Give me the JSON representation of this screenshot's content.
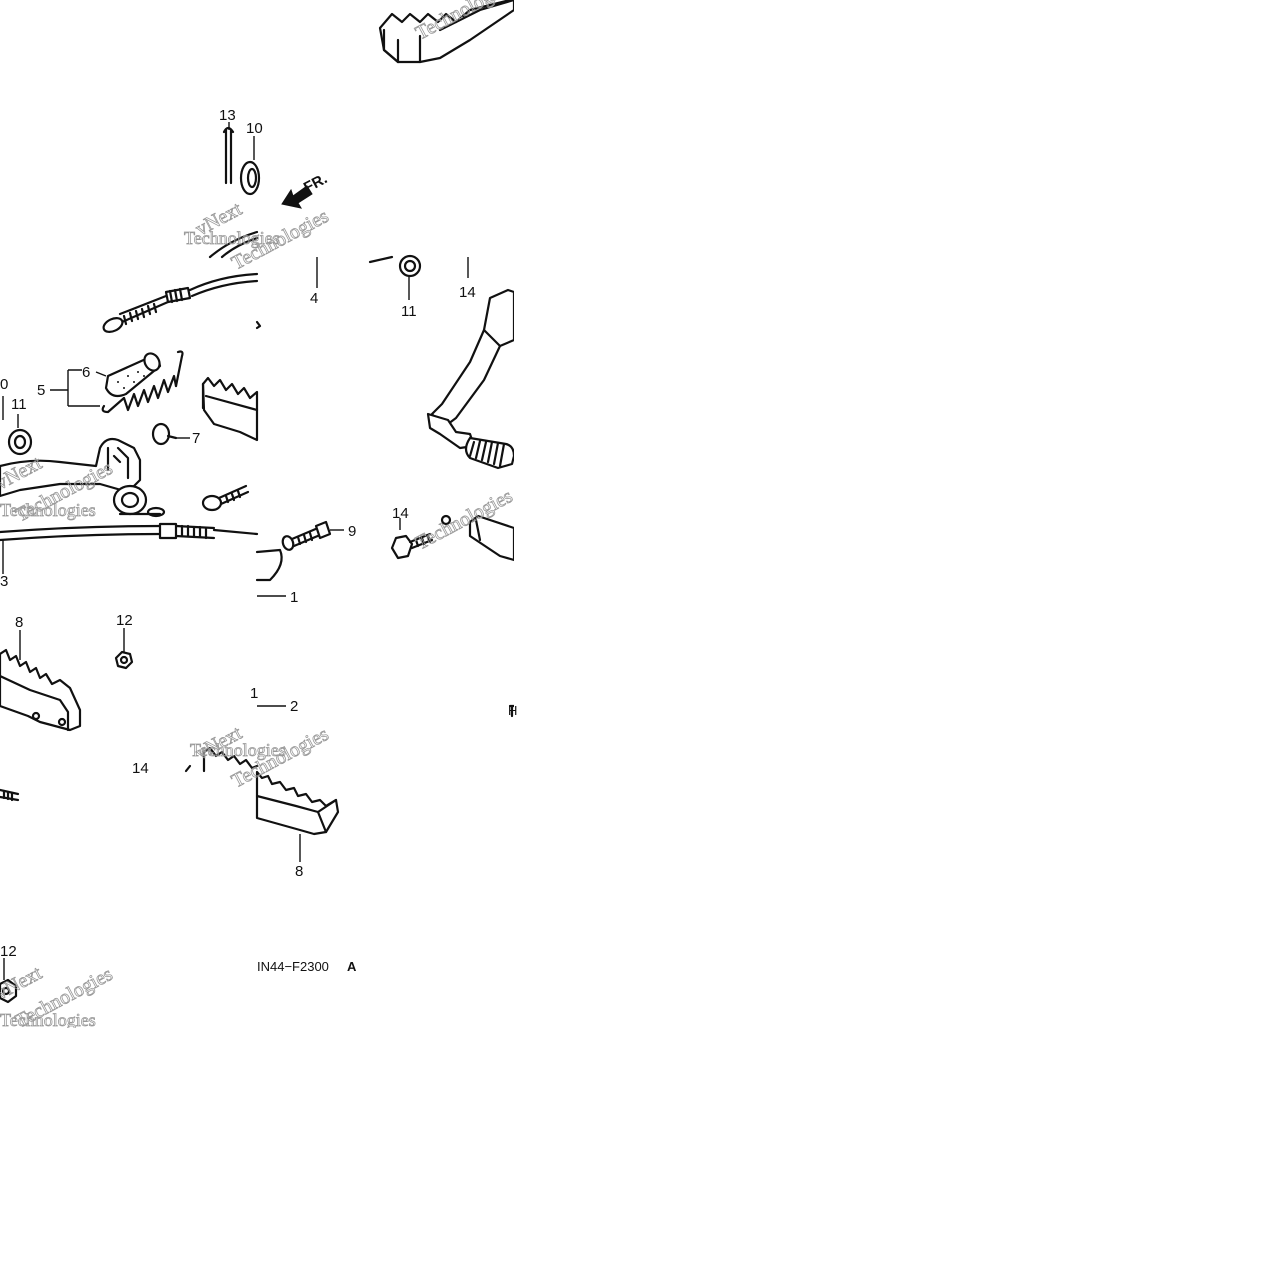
{
  "diagram": {
    "direction_label": "FR.",
    "diagram_code": "IN44−F2300",
    "diagram_code_suffix": "A",
    "watermark_a": "vNext",
    "watermark_b": "Technologies",
    "callouts": {
      "c13": "13",
      "c10a": "10",
      "c4": "4",
      "c11a": "11",
      "c14a": "14",
      "c6": "6",
      "c5": "5",
      "c10b": "0",
      "c11b": "11",
      "c7": "7",
      "c9": "9",
      "c14b": "14",
      "c3": "3",
      "c1": "1",
      "c8a": "8",
      "c12a": "12",
      "c2": "2",
      "c14c": "14",
      "c8b": "8",
      "c12b": "12",
      "c16": "1",
      "cH": "H"
    }
  }
}
